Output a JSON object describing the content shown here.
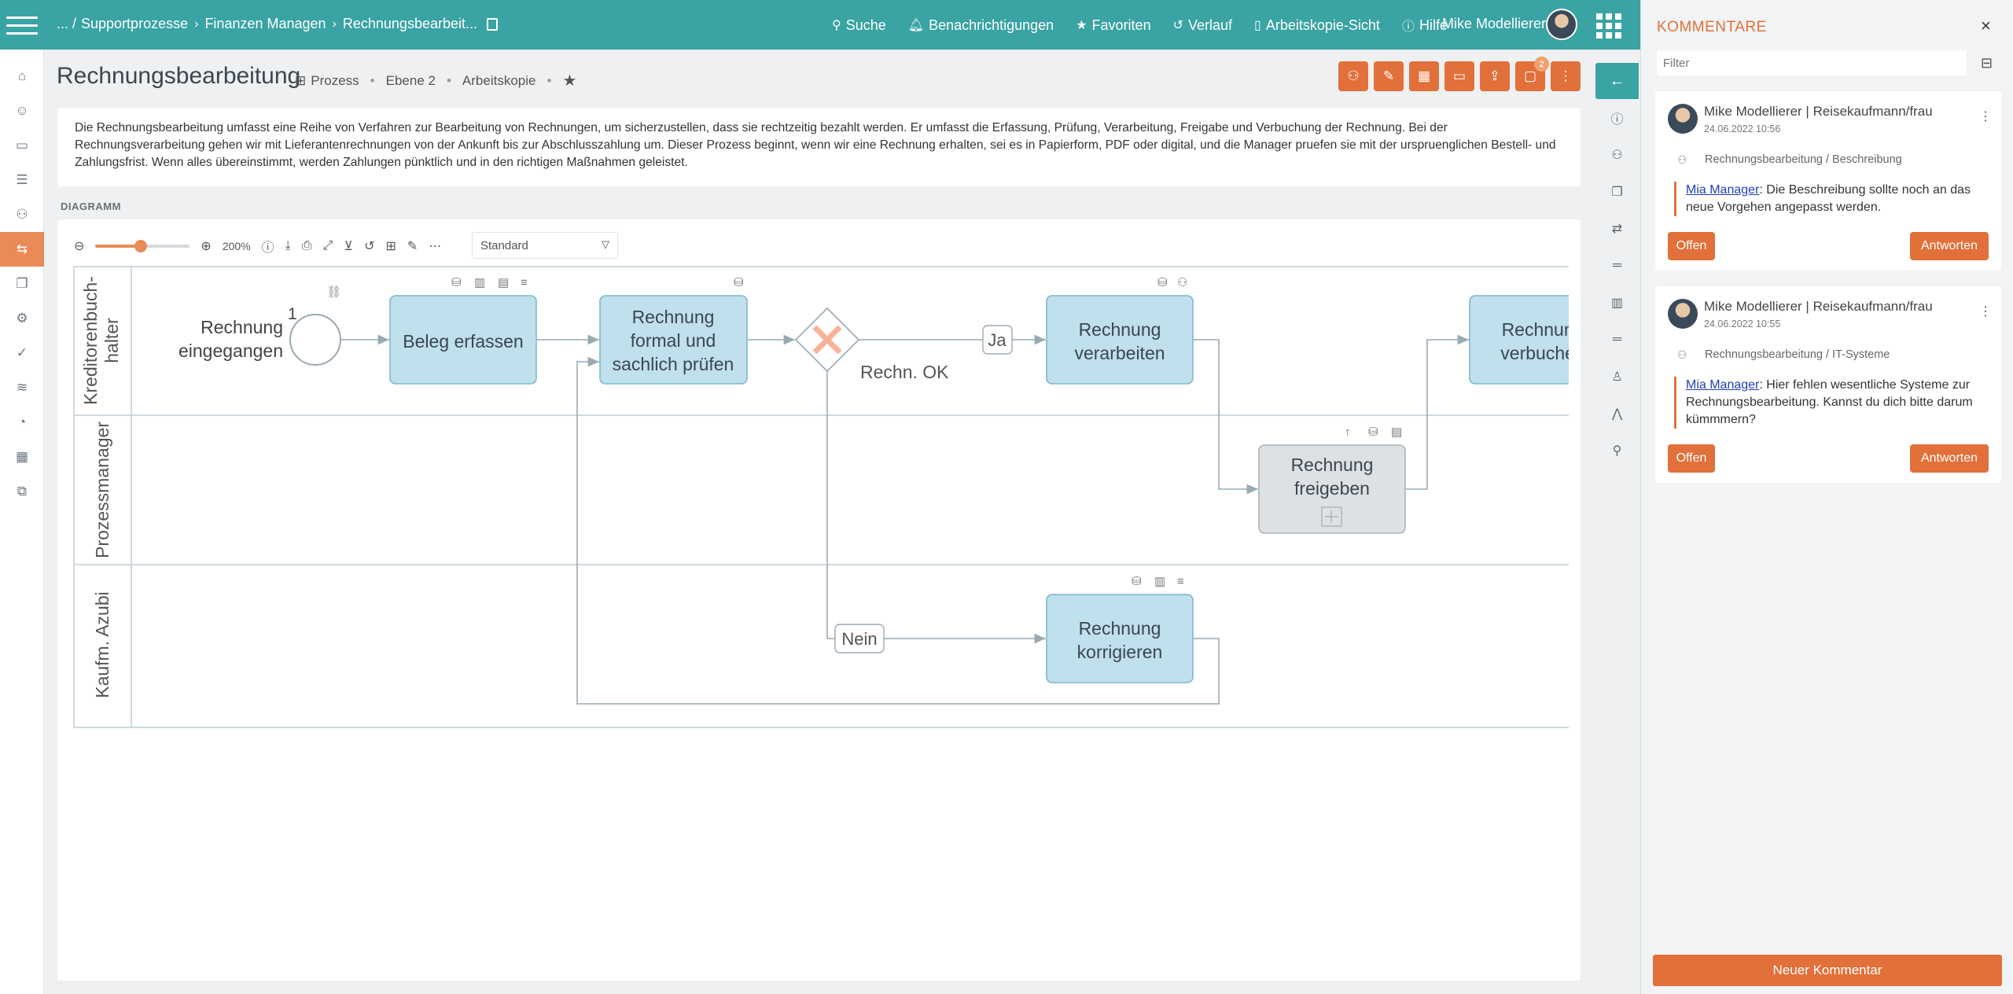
{
  "breadcrumb": {
    "prefix": "... /",
    "items": [
      "Supportprozesse",
      "Finanzen Managen",
      "Rechnungsbearbeit..."
    ]
  },
  "topnav": {
    "search": "Suche",
    "notifications": "Benachrichtigungen",
    "favorites": "Favoriten",
    "history": "Verlauf",
    "working_copy_view": "Arbeitskopie-Sicht",
    "help": "Hilfe",
    "user": "Mike Modellierer"
  },
  "leftnav": {
    "icons": [
      "home-icon",
      "user-icon",
      "chat-icon",
      "list-icon",
      "hierarchy-icon",
      "process-icon",
      "documents-icon",
      "settings-icon",
      "check-icon",
      "layers-icon",
      "chart-icon",
      "table-icon",
      "windows-icon"
    ],
    "active_index": 5
  },
  "page": {
    "title": "Rechnungsbearbeitung",
    "type": "Prozess",
    "level": "Ebene 2",
    "status": "Arbeitskopie",
    "comment_count": "2"
  },
  "description": "Die Rechnungsbearbeitung umfasst eine Reihe von Verfahren zur Bearbeitung von Rechnungen, um sicherzustellen, dass sie rechtzeitig bezahlt werden. Er umfasst die Erfassung, Prüfung, Verarbeitung, Freigabe und Verbuchung der Rechnung. Bei der Rechnungsverarbeitung gehen wir mit Lieferantenrechnungen von der Ankunft bis zur Abschlusszahlung um. Dieser Prozess beginnt, wenn wir eine Rechnung erhalten, sei es in Papierform, PDF oder digital, und die Manager pruefen sie mit der urspruenglichen Bestell- und Zahlungsfrist. Wenn alles übereinstimmt, werden Zahlungen pünktlich und in den richtigen Maßnahmen geleistet.",
  "diagram": {
    "section_label": "DIAGRAMM",
    "zoom": "200%",
    "zoom_fraction": 0.48,
    "view": "Standard",
    "lanes": [
      "Kreditorenbuch-\nhalter",
      "Prozessmanager",
      "Kaufm. Azubi"
    ],
    "start_event": {
      "label": "Rechnung\neingegangen",
      "number": "1"
    },
    "tasks": {
      "beleg": "Beleg erfassen",
      "pruefen": "Rechnung\nformal und\nsachlich prüfen",
      "verarbeiten": "Rechnung\nverarbeiten",
      "verbuchen": "Rechnung\nverbuchen",
      "freigeben": "Rechnung\nfreigeben",
      "korrigieren": "Rechnung\nkorrigieren"
    },
    "gateway_label": "Rechn. OK",
    "yes_label": "Ja",
    "no_label": "Nein"
  },
  "comments": {
    "title": "KOMMENTARE",
    "filter_placeholder": "Filter",
    "items": [
      {
        "author": "Mike Modellierer | Reisekaufmann/frau",
        "date": "24.06.2022 10:56",
        "context": "Rechnungsbearbeitung / Beschreibung",
        "mention": "Mia Manager",
        "text": ": Die Beschreibung sollte noch an das neue Vorgehen angepasst werden.",
        "open_label": "Offen",
        "reply_label": "Antworten"
      },
      {
        "author": "Mike Modellierer | Reisekaufmann/frau",
        "date": "24.06.2022 10:55",
        "context": "Rechnungsbearbeitung / IT-Systeme",
        "mention": "Mia Manager",
        "text": ": Hier fehlen wesentliche Systeme zur Rechnungsbearbeitung. Kannst du dich bitte darum kümmmern?",
        "open_label": "Offen",
        "reply_label": "Antworten"
      }
    ],
    "new_comment_label": "Neuer Kommentar"
  },
  "colors": {
    "brand": "#3aa3a3",
    "accent": "#e2703a",
    "task_fill": "#bfe0ec",
    "task_stroke": "#7fb8cc",
    "gateway_x": "#f7b39a"
  }
}
